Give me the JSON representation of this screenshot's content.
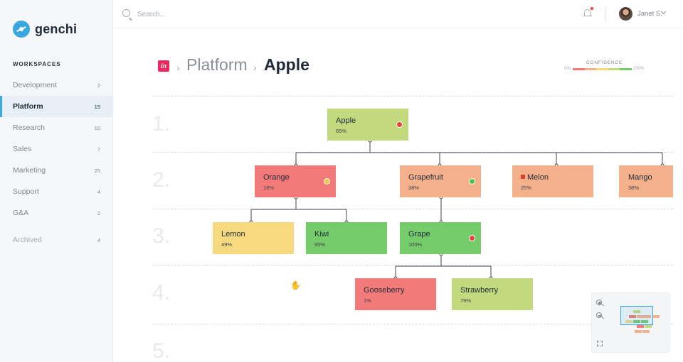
{
  "app": {
    "name": "genchi"
  },
  "sidebar": {
    "heading": "WORKSPACES",
    "items": [
      {
        "label": "Development",
        "count": "2"
      },
      {
        "label": "Platform",
        "count": "15"
      },
      {
        "label": "Research",
        "count": "10"
      },
      {
        "label": "Sales",
        "count": "7"
      },
      {
        "label": "Marketing",
        "count": "25"
      },
      {
        "label": "Support",
        "count": "4"
      },
      {
        "label": "G&A",
        "count": "2"
      },
      {
        "label": "Archived",
        "count": "4"
      }
    ],
    "active_item": "Platform"
  },
  "header": {
    "search_placeholder": "Search...",
    "user_name": "Janet S."
  },
  "breadcrumb": {
    "logo_text": "in",
    "separator": "›",
    "workspace": "Platform",
    "current": "Apple"
  },
  "confidence": {
    "title": "CONFIDENCE",
    "min_label": "0%",
    "max_label": "100%",
    "colors": [
      "#f27b79",
      "#f5b18c",
      "#f7d97f",
      "#c3d97d",
      "#76cc6b"
    ]
  },
  "levels": [
    "1.",
    "2.",
    "3.",
    "4.",
    "5."
  ],
  "nodes": {
    "apple": {
      "name": "Apple",
      "pct": "65%",
      "status_color": "#e8413e"
    },
    "orange": {
      "name": "Orange",
      "pct": "18%",
      "status_color": "#f5c842"
    },
    "grapefruit": {
      "name": "Grapefruit",
      "pct": "38%",
      "status_color": "#4cc24a"
    },
    "melon": {
      "name": "Melon",
      "pct": "25%",
      "flagged": true
    },
    "mango": {
      "name": "Mango",
      "pct": "38%"
    },
    "lemon": {
      "name": "Lemon",
      "pct": "49%"
    },
    "kiwi": {
      "name": "Kiwi",
      "pct": "95%"
    },
    "grape": {
      "name": "Grape",
      "pct": "100%",
      "status_color": "#e8413e"
    },
    "gooseberry": {
      "name": "Gooseberry",
      "pct": "1%"
    },
    "strawberry": {
      "name": "Strawberry",
      "pct": "79%"
    }
  },
  "colors": {
    "accent": "#3aa8df",
    "red": "#f27b79",
    "orange": "#f5b18c",
    "yellow": "#f7d97f",
    "light_green": "#c3d97d",
    "green": "#76cc6b"
  },
  "icons": [
    "search-icon",
    "bell-icon",
    "chevron-down-icon",
    "flag-icon",
    "zoom-in-icon",
    "zoom-out-icon",
    "fit-screen-icon",
    "grab-cursor-icon"
  ]
}
